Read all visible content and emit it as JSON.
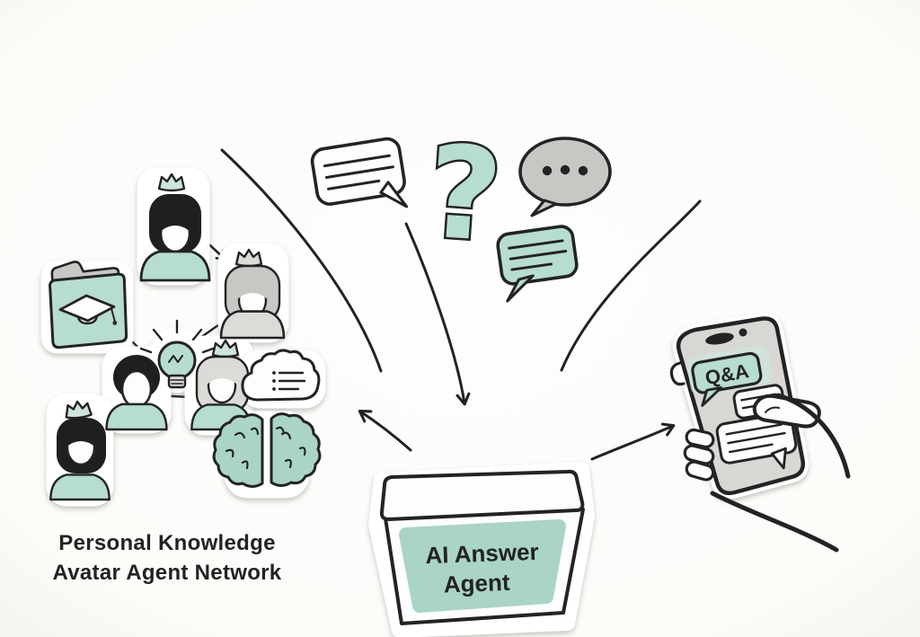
{
  "colors": {
    "bg": "#fcfcfa",
    "paper": "#fdfdfb",
    "ink": "#232325",
    "teal": "#b7dcd1",
    "teal_light": "#cde5dc",
    "teal_deep": "#a9d4c7",
    "gray": "#c9c7c4",
    "gray_light": "#dddbd7",
    "screen_gray": "#d9d7d3",
    "hair_black": "#1f1f21"
  },
  "network": {
    "label_line1": "Personal Knowledge",
    "label_line2": "Avatar Agent Network",
    "icons": [
      "crowned-girl-avatar-icon",
      "crowned-queen-avatar-icon",
      "folder-graduation-cap-icon",
      "idea-lightbulb-icon",
      "man-avatar-icon",
      "crowned-woman-avatar-icon",
      "cloud-knowledge-icon",
      "brain-icon",
      "crowned-girl2-avatar-icon"
    ]
  },
  "question_cluster": {
    "question_mark_glyph": "?",
    "icons": [
      "chat-bubble-outline-icon",
      "question-mark-icon",
      "typing-dots-bubble-icon",
      "chat-bubble-teal-icon"
    ]
  },
  "agent_box": {
    "label_line1": "AI Answer",
    "label_line2": "Agent"
  },
  "phone": {
    "qa_label": "Q&A",
    "icons": [
      "smartphone-icon",
      "hand-icon",
      "qa-bubble-icon",
      "chat-bubble-icon"
    ]
  }
}
